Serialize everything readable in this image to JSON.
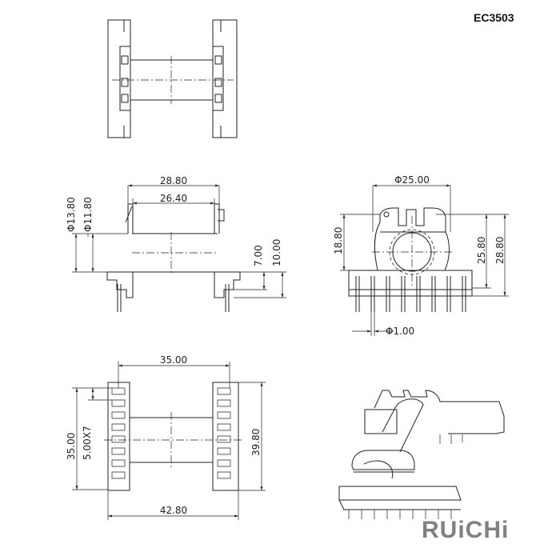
{
  "title": "EC3503",
  "logo": {
    "text": "RUiCHi",
    "accent_color": "#f08080",
    "color": "#808080"
  },
  "front_view": {
    "width_outer": "28.80",
    "width_inner": "26.40",
    "dia_outer": "Φ13.80",
    "dia_inner": "Φ11.80",
    "height_a": "7.00",
    "height_b": "10.00"
  },
  "side_view": {
    "dia": "Φ25.00",
    "height_a": "18.80",
    "height_b": "25.80",
    "height_c": "28.80",
    "pin_dia": "Φ1.00"
  },
  "bottom_view": {
    "pin_span": "35.00",
    "row_span": "35.00",
    "pitch": "5.00X7",
    "depth": "39.80",
    "overall": "42.80"
  }
}
